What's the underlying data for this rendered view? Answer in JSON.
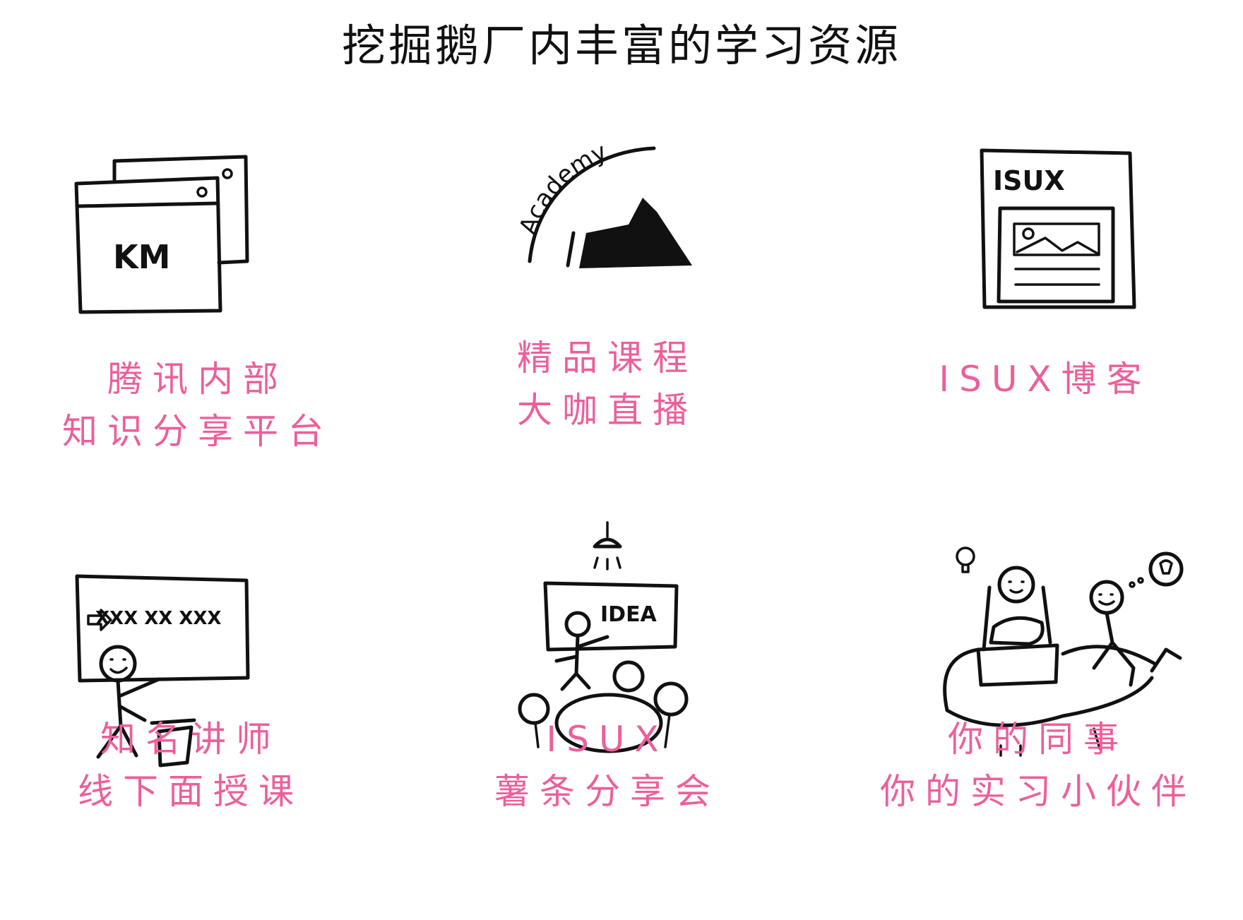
{
  "title": "挖掘鹅厂内丰富的学习资源",
  "colors": {
    "label": "#ec5f9b",
    "ink": "#111111",
    "background": "#ffffff"
  },
  "resources": [
    {
      "icon": "km-window-icon",
      "icon_text": "KM",
      "line1": "腾讯内部",
      "line2": "知识分享平台"
    },
    {
      "icon": "academy-icon",
      "icon_text": "Academy",
      "line1": "精品课程",
      "line2": "大咖直播"
    },
    {
      "icon": "isux-blog-icon",
      "icon_text": "ISUX",
      "line1": "ISUX博客",
      "line2": ""
    },
    {
      "icon": "lecturer-icon",
      "icon_text": "XXX XX XXX",
      "line1": "知名讲师",
      "line2": "线下面授课"
    },
    {
      "icon": "idea-meeting-icon",
      "icon_text": "IDEA",
      "line1": "ISUX",
      "line2": "薯条分享会"
    },
    {
      "icon": "colleagues-icon",
      "icon_text": "",
      "line1": "你的同事",
      "line2": "你的实习小伙伴"
    }
  ]
}
